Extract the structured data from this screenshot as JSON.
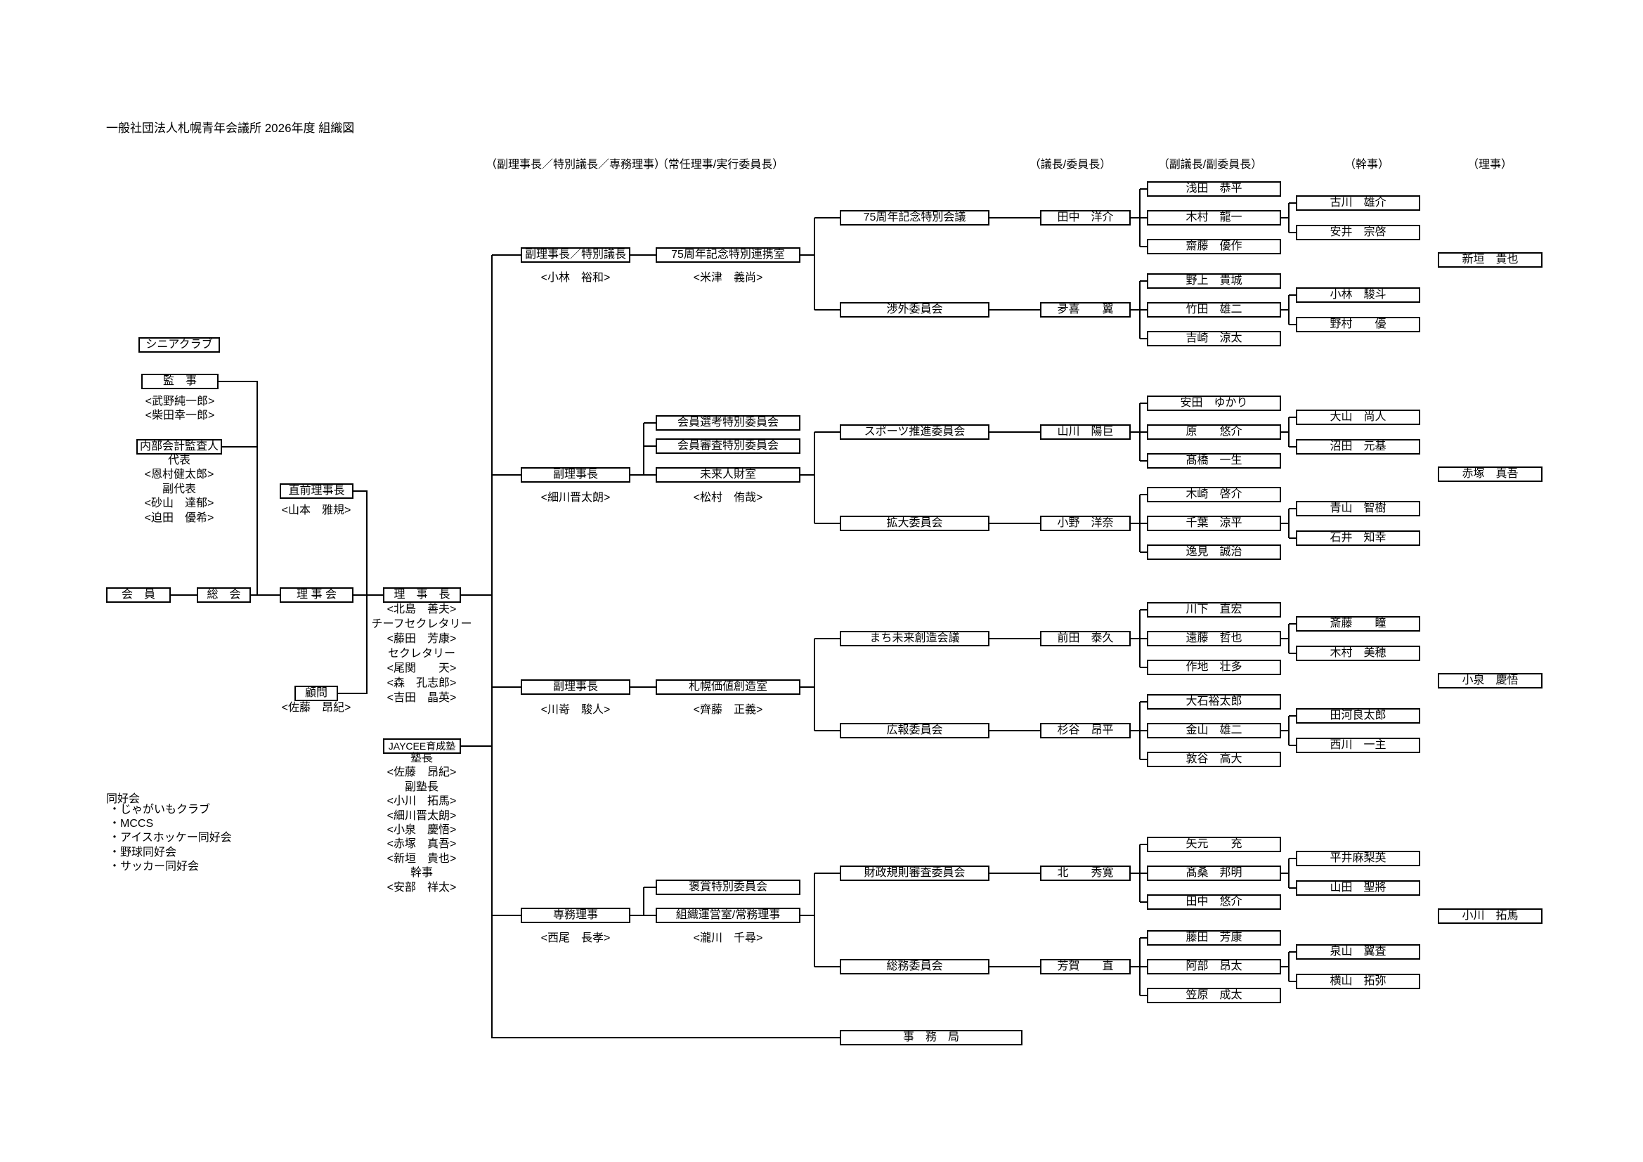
{
  "title": "一般社団法人札幌青年会議所 2026年度 組織図",
  "column_headers": {
    "vp": "（副理事長／特別議長／専務理事）",
    "standing": "（常任理事/実行委員長）",
    "chair": "（議長/委員長）",
    "vice_chair": "（副議長/副委員長）",
    "secretary": "（幹事）",
    "director": "（理事）"
  },
  "left": {
    "senior_club": "シニアクラブ",
    "auditors": {
      "label": "監　事",
      "members": [
        "<武野純一郎>",
        "<柴田幸一郎>"
      ]
    },
    "internal_audit": {
      "label": "内部会計監査人",
      "lines": [
        "代表",
        "<恩村健太郎>",
        "副代表",
        "<砂山　達郁>",
        "<迫田　優希>"
      ]
    },
    "members": "会　員",
    "general_meeting": "総　会",
    "board": "理 事 会",
    "past_president": {
      "label": "直前理事長",
      "name": "<山本　雅規>"
    },
    "advisor": {
      "label": "顧問",
      "name": "<佐藤　昂紀>"
    },
    "president": {
      "label": "理　事　長",
      "lines": [
        "<北島　善夫>",
        "チーフセクレタリー",
        "<藤田　芳康>",
        "セクレタリー",
        "<尾関　　天>",
        "<森　孔志郎>",
        "<吉田　晶英>"
      ]
    },
    "jaycee_school": {
      "label": "JAYCEE育成塾",
      "lines": [
        "塾長",
        "<佐藤　昂紀>",
        "副塾長",
        "<小川　拓馬>",
        "<細川晋太朗>",
        "<小泉　慶悟>",
        "<赤塚　真吾>",
        "<新垣　貴也>",
        "幹事",
        "<安部　祥太>"
      ]
    },
    "clubs": {
      "label": "同好会",
      "items": [
        "・じゃがいもクラブ",
        "・MCCS",
        "・アイスホッケー同好会",
        "・野球同好会",
        "・サッカー同好会"
      ]
    }
  },
  "branches": [
    {
      "vp": {
        "label": "副理事長／特別議長",
        "name": "<小林　裕和>"
      },
      "room": {
        "label": "75周年記念特別連携室",
        "name": "<米津　義尚>"
      },
      "committees": [
        {
          "name": "75周年記念特別会議",
          "chair": "田中　洋介",
          "vice_chairs": [
            "浅田　恭平",
            "木村　龍一",
            "齋藤　優作"
          ],
          "secretaries": [
            "古川　雄介",
            "安井　宗啓"
          ]
        },
        {
          "name": "渉外委員会",
          "chair": "夛喜　　翼",
          "vice_chairs": [
            "野上　貴城",
            "竹田　雄二",
            "吉崎　涼太"
          ],
          "secretaries": [
            "小林　駿斗",
            "野村　　優"
          ]
        }
      ]
    },
    {
      "vp": {
        "label": "副理事長",
        "name": "<細川晋太朗>"
      },
      "specials": [
        "会員選考特別委員会",
        "会員審査特別委員会"
      ],
      "room": {
        "label": "未来人財室",
        "name": "<松村　侑哉>"
      },
      "committees": [
        {
          "name": "スポーツ推進委員会",
          "chair": "山川　陽巨",
          "vice_chairs": [
            "安田　ゆかり",
            "原　　悠介",
            "髙橋　一生"
          ],
          "secretaries": [
            "大山　尚人",
            "沼田　元基"
          ]
        },
        {
          "name": "拡大委員会",
          "chair": "小野　洋奈",
          "vice_chairs": [
            "木崎　啓介",
            "千葉　涼平",
            "逸見　誠治"
          ],
          "secretaries": [
            "青山　智樹",
            "石井　知幸"
          ]
        }
      ]
    },
    {
      "vp": {
        "label": "副理事長",
        "name": "<川嵜　駿人>"
      },
      "room": {
        "label": "札幌価値創造室",
        "name": "<齊藤　正義>"
      },
      "committees": [
        {
          "name": "まち未来創造会議",
          "chair": "前田　泰久",
          "vice_chairs": [
            "川下　直宏",
            "遠藤　哲也",
            "作地　壮多"
          ],
          "secretaries": [
            "斎藤　　瞳",
            "木村　美穂"
          ]
        },
        {
          "name": "広報委員会",
          "chair": "杉谷　昂平",
          "vice_chairs": [
            "大石裕太郎",
            "金山　雄二",
            "敦谷　高大"
          ],
          "secretaries": [
            "田河良太郎",
            "西川　一主"
          ]
        }
      ]
    },
    {
      "vp": {
        "label": "専務理事",
        "name": "<西尾　長孝>"
      },
      "specials": [
        "褒賞特別委員会"
      ],
      "room": {
        "label": "組織運営室/常務理事",
        "name": "<瀧川　千尋>"
      },
      "committees": [
        {
          "name": "財政規則審査委員会",
          "chair": "北　　秀寛",
          "vice_chairs": [
            "矢元　　充",
            "髙桑　邦明",
            "田中　悠介"
          ],
          "secretaries": [
            "平井麻梨英",
            "山田　聖將"
          ]
        },
        {
          "name": "総務委員会",
          "chair": "芳賀　　直",
          "vice_chairs": [
            "藤田　芳康",
            "阿部　昂太",
            "笠原　成太"
          ],
          "secretaries": [
            "泉山　翼査",
            "横山　拓弥"
          ]
        }
      ]
    }
  ],
  "office": "事　務　局",
  "directors": [
    "新垣　貴也",
    "赤塚　真吾",
    "小泉　慶悟",
    "小川　拓馬"
  ]
}
